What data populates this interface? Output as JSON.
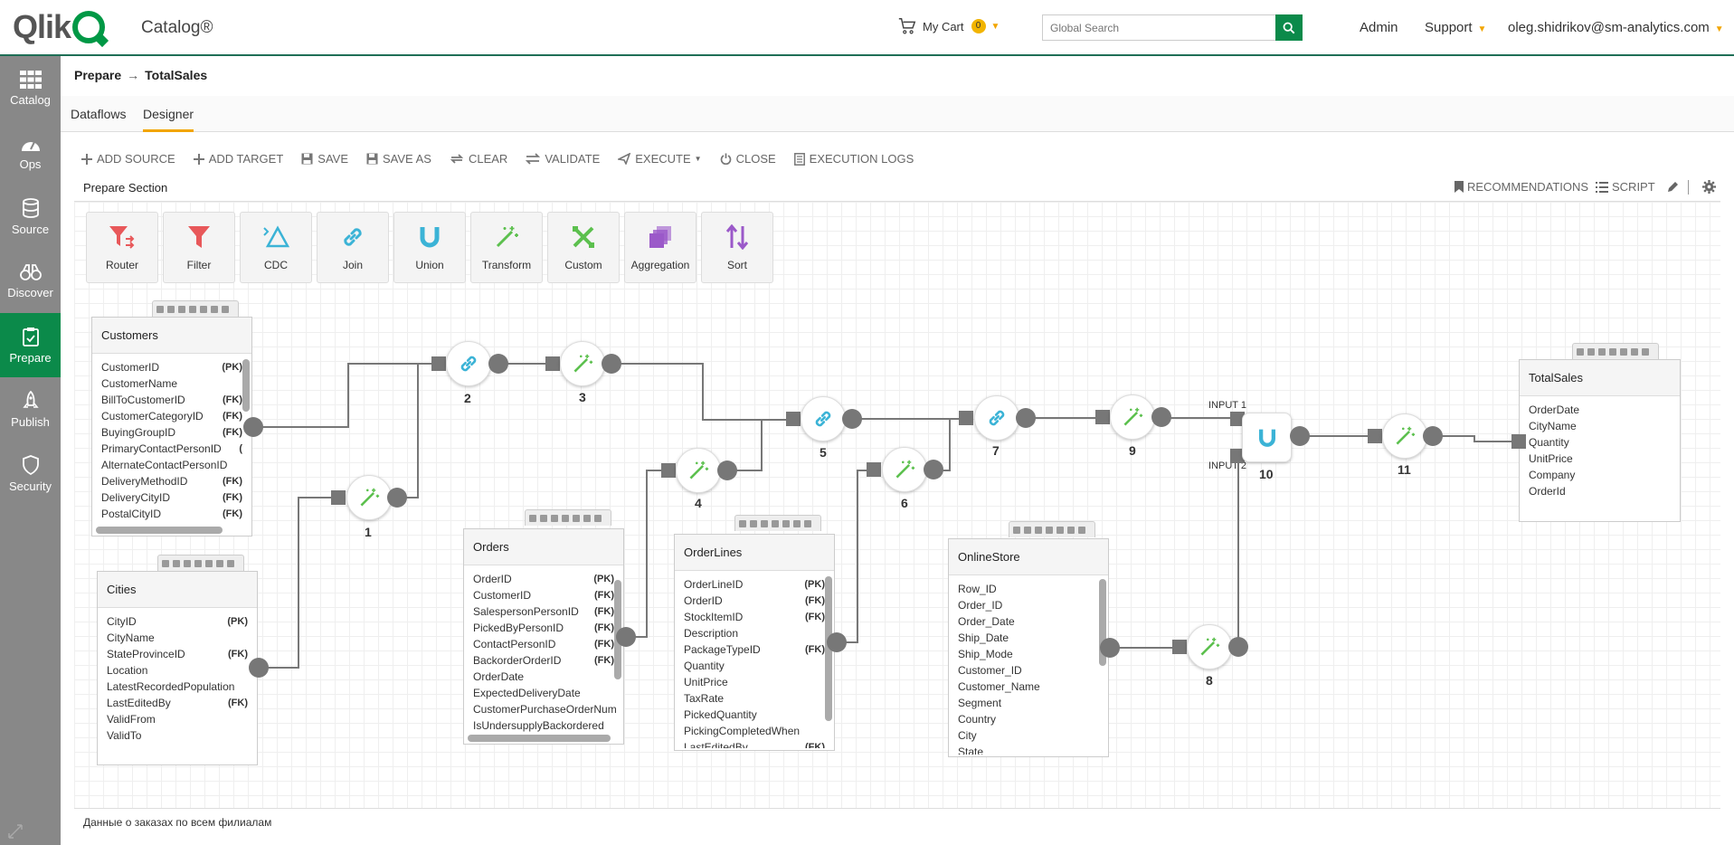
{
  "header": {
    "app_title": "Catalog®",
    "cart_label": "My Cart",
    "cart_count": "0",
    "search_placeholder": "Global Search",
    "admin": "Admin",
    "support": "Support",
    "user": "oleg.shidrikov@sm-analytics.com"
  },
  "sidebar": {
    "items": [
      {
        "label": "Catalog",
        "icon": "grid-icon"
      },
      {
        "label": "Ops",
        "icon": "dashboard-gauge-icon"
      },
      {
        "label": "Source",
        "icon": "database-icon"
      },
      {
        "label": "Discover",
        "icon": "binoculars-icon"
      },
      {
        "label": "Prepare",
        "icon": "clipboard-check-icon"
      },
      {
        "label": "Publish",
        "icon": "rocket-icon"
      },
      {
        "label": "Security",
        "icon": "shield-icon"
      }
    ]
  },
  "breadcrumb": {
    "parent": "Prepare",
    "current": "TotalSales"
  },
  "tabs": [
    {
      "label": "Dataflows"
    },
    {
      "label": "Designer"
    }
  ],
  "toolbar": {
    "add_source": "ADD SOURCE",
    "add_target": "ADD TARGET",
    "save": "SAVE",
    "save_as": "SAVE AS",
    "clear": "CLEAR",
    "validate": "VALIDATE",
    "execute": "EXECUTE",
    "close": "CLOSE",
    "execution_logs": "EXECUTION LOGS"
  },
  "section": {
    "label": "Prepare Section",
    "recommendations": "RECOMMENDATIONS",
    "script": "SCRIPT"
  },
  "palette": [
    {
      "label": "Router",
      "color": "#e8585a"
    },
    {
      "label": "Filter",
      "color": "#e8585a"
    },
    {
      "label": "CDC",
      "color": "#3bb3d6"
    },
    {
      "label": "Join",
      "color": "#3bb3d6"
    },
    {
      "label": "Union",
      "color": "#3bb3d6"
    },
    {
      "label": "Transform",
      "color": "#5cc04e"
    },
    {
      "label": "Custom",
      "color": "#5cc04e"
    },
    {
      "label": "Aggregation",
      "color": "#9b59c9"
    },
    {
      "label": "Sort",
      "color": "#9b59c9"
    }
  ],
  "tables": {
    "customers": {
      "title": "Customers",
      "fields": [
        {
          "name": "CustomerID",
          "key": "(PK)"
        },
        {
          "name": "CustomerName",
          "key": ""
        },
        {
          "name": "BillToCustomerID",
          "key": "(FK)"
        },
        {
          "name": "CustomerCategoryID",
          "key": "(FK)"
        },
        {
          "name": "BuyingGroupID",
          "key": "(FK)"
        },
        {
          "name": "PrimaryContactPersonID",
          "key": "("
        },
        {
          "name": "AlternateContactPersonID",
          "key": ""
        },
        {
          "name": "DeliveryMethodID",
          "key": "(FK)"
        },
        {
          "name": "DeliveryCityID",
          "key": "(FK)"
        },
        {
          "name": "PostalCityID",
          "key": "(FK)"
        }
      ]
    },
    "cities": {
      "title": "Cities",
      "fields": [
        {
          "name": "CityID",
          "key": "(PK)"
        },
        {
          "name": "CityName",
          "key": ""
        },
        {
          "name": "StateProvinceID",
          "key": "(FK)"
        },
        {
          "name": "Location",
          "key": ""
        },
        {
          "name": "LatestRecordedPopulation",
          "key": ""
        },
        {
          "name": "LastEditedBy",
          "key": "(FK)"
        },
        {
          "name": "ValidFrom",
          "key": ""
        },
        {
          "name": "ValidTo",
          "key": ""
        }
      ]
    },
    "orders": {
      "title": "Orders",
      "fields": [
        {
          "name": "OrderID",
          "key": "(PK)"
        },
        {
          "name": "CustomerID",
          "key": "(FK)"
        },
        {
          "name": "SalespersonPersonID",
          "key": "(FK)"
        },
        {
          "name": "PickedByPersonID",
          "key": "(FK)"
        },
        {
          "name": "ContactPersonID",
          "key": "(FK)"
        },
        {
          "name": "BackorderOrderID",
          "key": "(FK)"
        },
        {
          "name": "OrderDate",
          "key": ""
        },
        {
          "name": "ExpectedDeliveryDate",
          "key": ""
        },
        {
          "name": "CustomerPurchaseOrderNum",
          "key": ""
        },
        {
          "name": "IsUndersupplyBackordered",
          "key": ""
        }
      ]
    },
    "orderlines": {
      "title": "OrderLines",
      "fields": [
        {
          "name": "OrderLineID",
          "key": "(PK)"
        },
        {
          "name": "OrderID",
          "key": "(FK)"
        },
        {
          "name": "StockItemID",
          "key": "(FK)"
        },
        {
          "name": "Description",
          "key": ""
        },
        {
          "name": "PackageTypeID",
          "key": "(FK)"
        },
        {
          "name": "Quantity",
          "key": ""
        },
        {
          "name": "UnitPrice",
          "key": ""
        },
        {
          "name": "TaxRate",
          "key": ""
        },
        {
          "name": "PickedQuantity",
          "key": ""
        },
        {
          "name": "PickingCompletedWhen",
          "key": ""
        },
        {
          "name": "LastEditedBy",
          "key": "(FK)"
        }
      ]
    },
    "onlinestore": {
      "title": "OnlineStore",
      "fields": [
        {
          "name": "Row_ID",
          "key": ""
        },
        {
          "name": "Order_ID",
          "key": ""
        },
        {
          "name": "Order_Date",
          "key": ""
        },
        {
          "name": "Ship_Date",
          "key": ""
        },
        {
          "name": "Ship_Mode",
          "key": ""
        },
        {
          "name": "Customer_ID",
          "key": ""
        },
        {
          "name": "Customer_Name",
          "key": ""
        },
        {
          "name": "Segment",
          "key": ""
        },
        {
          "name": "Country",
          "key": ""
        },
        {
          "name": "City",
          "key": ""
        },
        {
          "name": "State",
          "key": ""
        }
      ]
    },
    "totalsales": {
      "title": "TotalSales",
      "fields": [
        {
          "name": "OrderDate",
          "key": ""
        },
        {
          "name": "CityName",
          "key": ""
        },
        {
          "name": "Quantity",
          "key": ""
        },
        {
          "name": "UnitPrice",
          "key": ""
        },
        {
          "name": "Company",
          "key": ""
        },
        {
          "name": "OrderId",
          "key": ""
        }
      ]
    }
  },
  "nodes": [
    {
      "id": "1",
      "type": "transform"
    },
    {
      "id": "2",
      "type": "join"
    },
    {
      "id": "3",
      "type": "transform"
    },
    {
      "id": "4",
      "type": "transform"
    },
    {
      "id": "5",
      "type": "join"
    },
    {
      "id": "6",
      "type": "transform"
    },
    {
      "id": "7",
      "type": "join"
    },
    {
      "id": "8",
      "type": "transform"
    },
    {
      "id": "9",
      "type": "transform"
    },
    {
      "id": "10",
      "type": "union"
    },
    {
      "id": "11",
      "type": "transform"
    }
  ],
  "union_inputs": {
    "input1": "INPUT 1",
    "input2": "INPUT 2"
  },
  "footer": {
    "description": "Данные о заказах по всем филиалам"
  }
}
